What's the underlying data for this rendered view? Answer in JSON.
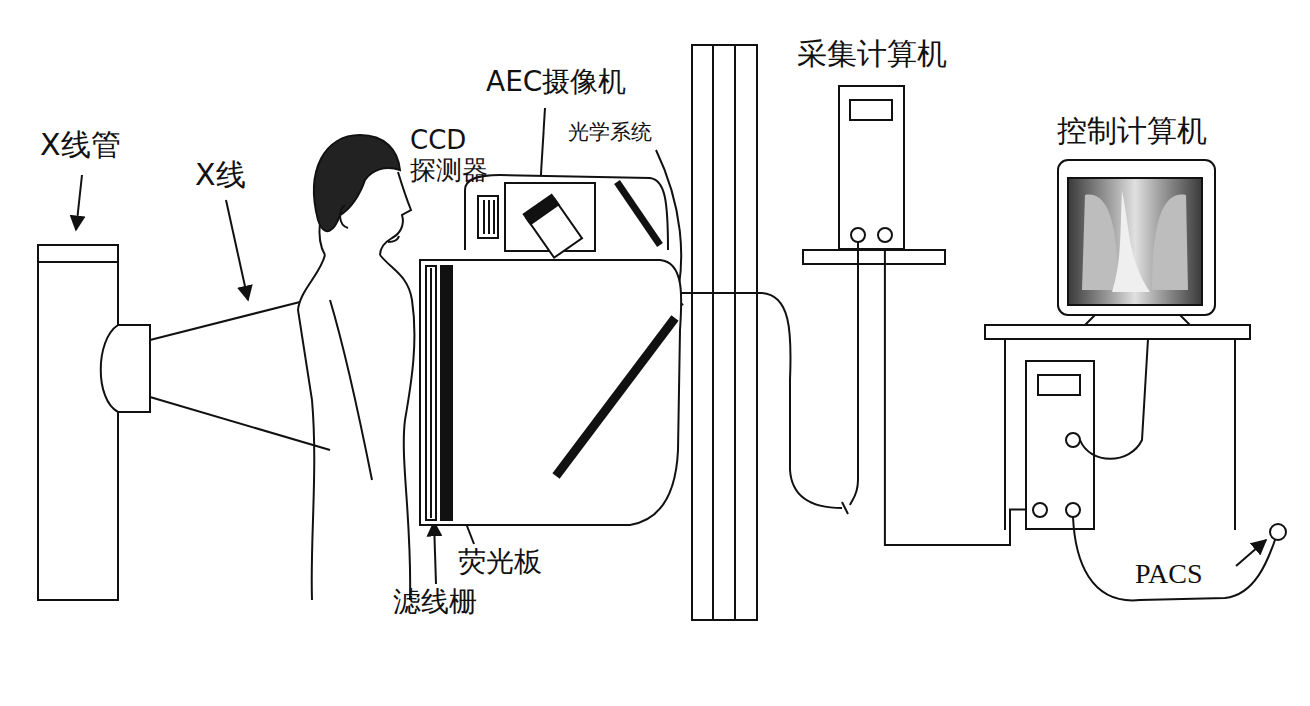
{
  "diagram": {
    "nodes": [
      {
        "text": [
          "采集计算机"
        ]
      },
      {
        "text": [
          "控制计算机"
        ]
      }
    ],
    "edges": [
      {
        "from": 0,
        "to": 1,
        "arrow": "none"
      }
    ],
    "labels": [
      "X线管",
      "X线",
      "CCD 探测器",
      "AEC摄像机",
      "光学系统",
      "荧光板",
      "滤线栅",
      "PACS"
    ]
  }
}
